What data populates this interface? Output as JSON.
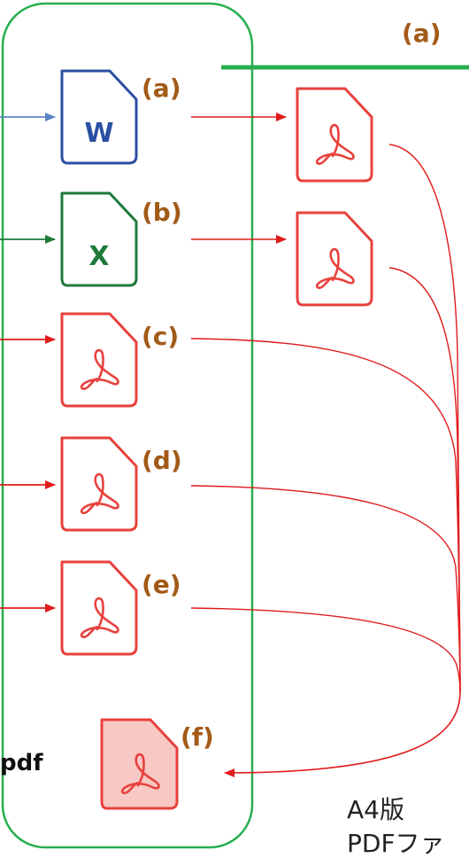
{
  "labels": {
    "top_right": "(a)",
    "a": "(a)",
    "b": "(b)",
    "c": "(c)",
    "d": "(d)",
    "e": "(e)",
    "f": "(f)"
  },
  "icons": {
    "word_letter": "W",
    "excel_letter": "X"
  },
  "captions": {
    "pdf_partial": "pdf",
    "note_line1": "A4版",
    "note_line2": "PDFファ"
  },
  "colors": {
    "label": "#a25a17",
    "group_border": "#27ae4f",
    "word": "#2b4fa3",
    "excel": "#1e7a3b",
    "pdf": "#e8413c",
    "pdf_fill": "#f7c8c4",
    "link_blue": "#5b86c5",
    "link_green": "#1e7a3b",
    "link_red": "#e01b1b"
  }
}
